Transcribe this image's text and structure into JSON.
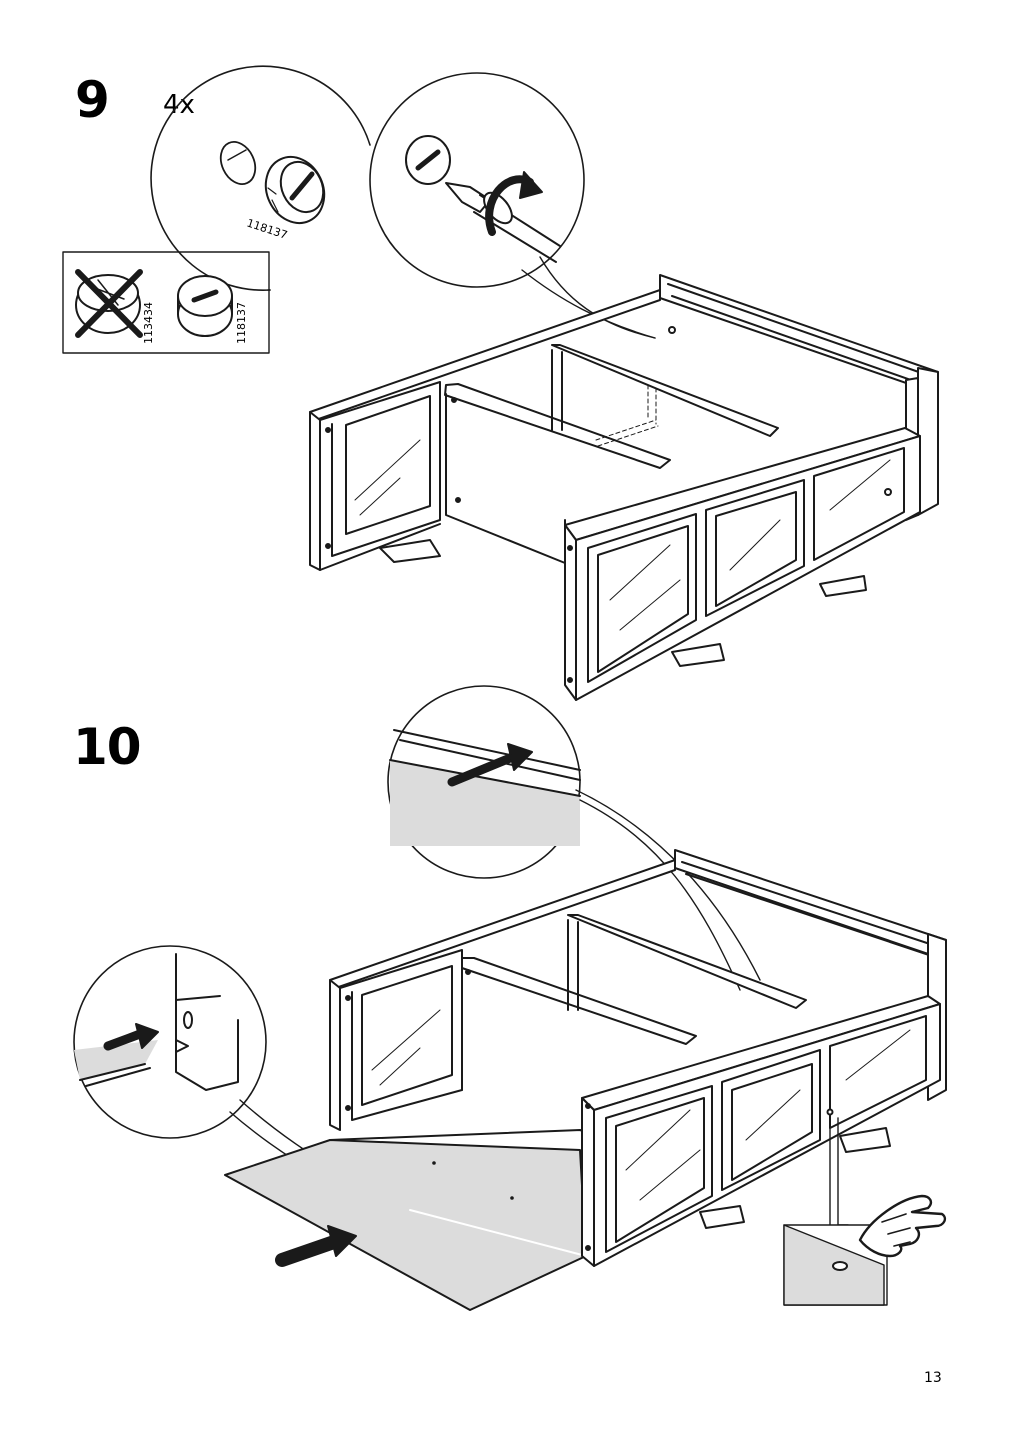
{
  "steps": [
    {
      "number": "9",
      "quantity": "4x"
    },
    {
      "number": "10"
    }
  ],
  "parts": {
    "cam_lock_code": "118137",
    "wrong_part_code": "113434",
    "right_part_code": "118137"
  },
  "page_number": "13",
  "icons": {
    "wrong": "cross-out-icon",
    "push": "arrow-icon",
    "finger": "pointing-hand-icon"
  },
  "colors": {
    "line": "#1a1a1a",
    "panel_fill": "#dcdcdc"
  }
}
